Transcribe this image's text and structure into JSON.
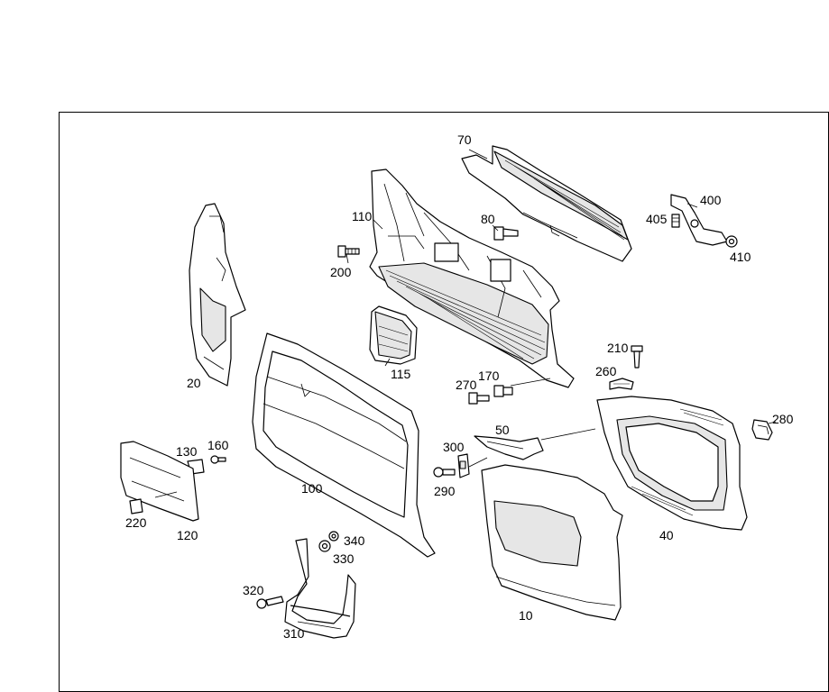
{
  "diagram": {
    "callouts": [
      {
        "id": "c70",
        "text": "70"
      },
      {
        "id": "c110",
        "text": "110"
      },
      {
        "id": "c80",
        "text": "80"
      },
      {
        "id": "c400",
        "text": "400"
      },
      {
        "id": "c405",
        "text": "405"
      },
      {
        "id": "c410",
        "text": "410"
      },
      {
        "id": "c200",
        "text": "200"
      },
      {
        "id": "c20",
        "text": "20"
      },
      {
        "id": "c115",
        "text": "115"
      },
      {
        "id": "c210",
        "text": "210"
      },
      {
        "id": "c260",
        "text": "260"
      },
      {
        "id": "c170",
        "text": "170"
      },
      {
        "id": "c270",
        "text": "270"
      },
      {
        "id": "c280",
        "text": "280"
      },
      {
        "id": "c50",
        "text": "50"
      },
      {
        "id": "c300",
        "text": "300"
      },
      {
        "id": "c290",
        "text": "290"
      },
      {
        "id": "c130",
        "text": "130"
      },
      {
        "id": "c160",
        "text": "160"
      },
      {
        "id": "c100",
        "text": "100"
      },
      {
        "id": "c220",
        "text": "220"
      },
      {
        "id": "c120",
        "text": "120"
      },
      {
        "id": "c40",
        "text": "40"
      },
      {
        "id": "c340",
        "text": "340"
      },
      {
        "id": "c330",
        "text": "330"
      },
      {
        "id": "c320",
        "text": "320"
      },
      {
        "id": "c10",
        "text": "10"
      },
      {
        "id": "c310",
        "text": "310"
      }
    ]
  }
}
